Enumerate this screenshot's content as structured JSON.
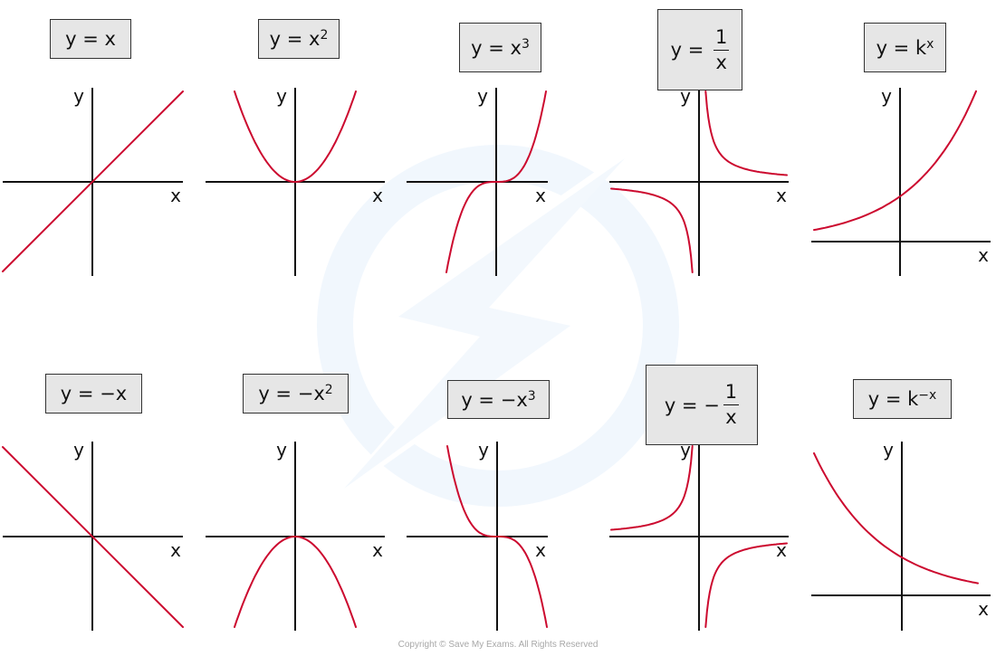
{
  "chart_data": {
    "type": "diagram",
    "title": "Graphs of standard functions",
    "axis_labels": {
      "x": "x",
      "y": "y"
    },
    "colors": {
      "curve": "#cc0a2f",
      "axis": "#111111",
      "label_box": "#e6e6e6",
      "watermark": "#eef5fc"
    },
    "panels": [
      {
        "id": "y-eq-x",
        "row": "top",
        "lhs": "y =",
        "base": "x",
        "sign": "",
        "power": "",
        "fraction": false,
        "function": "x",
        "description": "straight line through origin, positive gradient"
      },
      {
        "id": "y-eq-x2",
        "row": "top",
        "lhs": "y =",
        "base": "x",
        "sign": "",
        "power": "2",
        "fraction": false,
        "function": "x^2",
        "description": "U-shaped parabola, vertex at origin"
      },
      {
        "id": "y-eq-x3",
        "row": "top",
        "lhs": "y =",
        "base": "x",
        "sign": "",
        "power": "3",
        "fraction": false,
        "function": "x^3",
        "description": "cubic through origin, increasing"
      },
      {
        "id": "y-eq-1-over-x",
        "row": "top",
        "lhs": "y =",
        "base": "",
        "sign": "",
        "power": "",
        "fraction": true,
        "numerator": "1",
        "denominator": "x",
        "function": "1/x",
        "description": "reciprocal, branches in 1st and 3rd quadrants"
      },
      {
        "id": "y-eq-k-pow-x",
        "row": "top",
        "lhs": "y =",
        "base": "k",
        "sign": "",
        "power": "x",
        "fraction": false,
        "function": "k^x",
        "description": "exponential growth, crosses y-axis above origin"
      },
      {
        "id": "y-eq-neg-x",
        "row": "bottom",
        "lhs": "y =",
        "base": "x",
        "sign": "−",
        "power": "",
        "fraction": false,
        "function": "-x",
        "description": "straight line through origin, negative gradient"
      },
      {
        "id": "y-eq-neg-x2",
        "row": "bottom",
        "lhs": "y =",
        "base": "x",
        "sign": "−",
        "power": "2",
        "fraction": false,
        "function": "-x^2",
        "description": "n-shaped parabola, vertex at origin"
      },
      {
        "id": "y-eq-neg-x3",
        "row": "bottom",
        "lhs": "y =",
        "base": "x",
        "sign": "−",
        "power": "3",
        "fraction": false,
        "function": "-x^3",
        "description": "cubic through origin, decreasing"
      },
      {
        "id": "y-eq-neg-1-over-x",
        "row": "bottom",
        "lhs": "y =",
        "base": "",
        "sign": "−",
        "power": "",
        "fraction": true,
        "numerator": "1",
        "denominator": "x",
        "function": "-1/x",
        "description": "reciprocal, branches in 2nd and 4th quadrants"
      },
      {
        "id": "y-eq-k-pow-neg-x",
        "row": "bottom",
        "lhs": "y =",
        "base": "k",
        "sign": "",
        "power": "−x",
        "fraction": false,
        "function": "k^-x",
        "description": "exponential decay, crosses y-axis above origin"
      }
    ]
  },
  "footer": {
    "copyright": "Copyright © Save My Exams. All Rights Reserved"
  }
}
